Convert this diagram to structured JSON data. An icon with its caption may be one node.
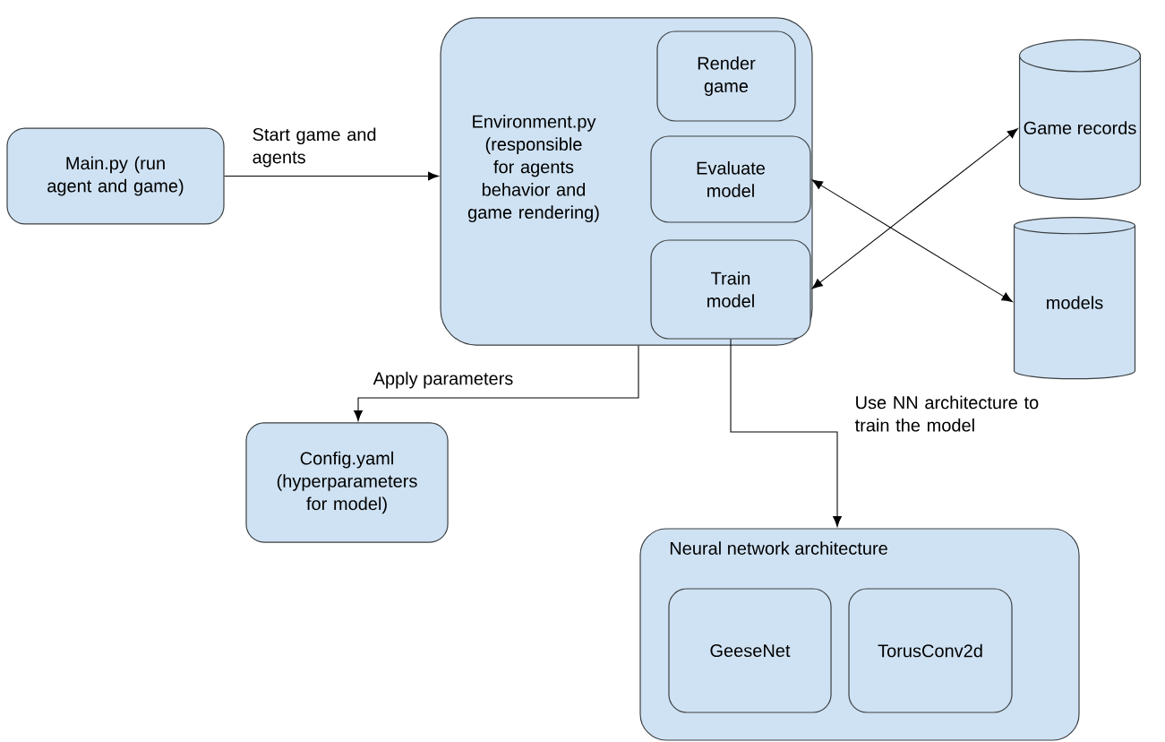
{
  "diagram": {
    "nodes": [
      {
        "text": [
          "Main.py (run agent and game)"
        ]
      },
      {
        "text": [
          "Environment.py (responsible for agents behavior and game rendering)"
        ]
      },
      {
        "text": [
          "Render game"
        ],
        "in": 1
      },
      {
        "text": [
          "Evaluate model"
        ],
        "in": 1
      },
      {
        "text": [
          "Train model"
        ],
        "in": 1
      },
      {
        "text": [
          "Game records"
        ]
      },
      {
        "text": [
          "models"
        ]
      },
      {
        "text": [
          "Config.yaml (hyperparameters for model)"
        ]
      },
      {
        "text": [
          "Neural network architecture"
        ]
      },
      {
        "text": [
          "GeeseNet"
        ],
        "in": 8
      },
      {
        "text": [
          "TorusConv2d"
        ],
        "in": 8
      }
    ],
    "edges": [
      {
        "from": 0,
        "to": 1,
        "arrow": "to",
        "label": "Start game and agents"
      },
      {
        "from": 4,
        "to": 5,
        "arrow": "both"
      },
      {
        "from": 3,
        "to": 6,
        "arrow": "both"
      },
      {
        "from": 1,
        "to": 7,
        "arrow": "to",
        "label": "Apply parameters"
      },
      {
        "from": 4,
        "to": 8,
        "arrow": "to",
        "label": "Use NN architecture to train the model"
      }
    ]
  }
}
